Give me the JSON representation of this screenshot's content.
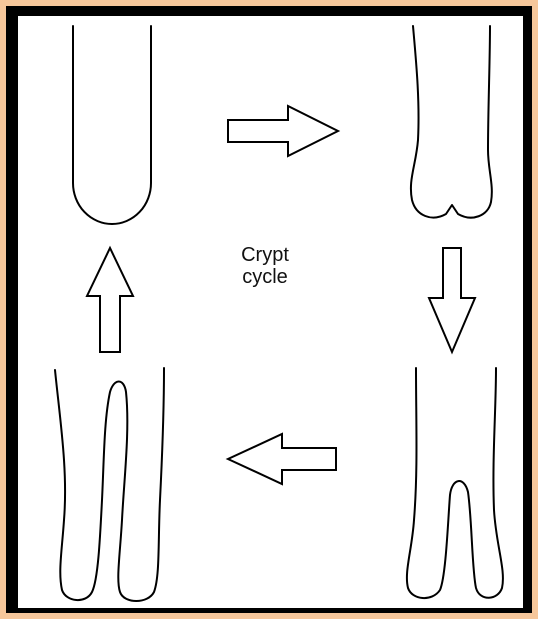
{
  "diagram": {
    "label_line1": "Crypt",
    "label_line2": "cycle",
    "colors": {
      "page_background": "#f6c79b",
      "frame": "#000000",
      "panel": "#ffffff",
      "stroke": "#000000"
    },
    "stages": [
      "crypt-normal",
      "crypt-bud",
      "crypt-fission-early",
      "crypt-fission-late"
    ],
    "arrows": [
      "right-arrow",
      "down-arrow",
      "left-arrow",
      "up-arrow"
    ]
  }
}
